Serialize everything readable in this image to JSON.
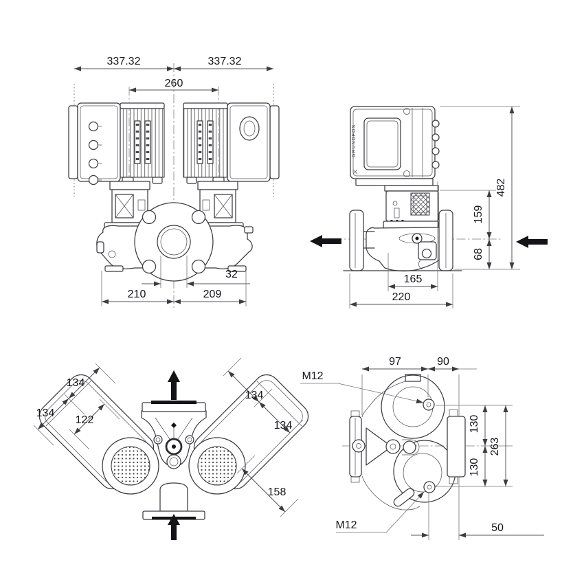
{
  "meta": {
    "drawing_type": "pump dimensional drawing, four orthographic views",
    "background_color": "#ffffff",
    "line_color": "#3b3b40",
    "dimension_text_color": "#14141c"
  },
  "icons": {
    "flow-direction-arrow": "solid black arrow (flow direction)",
    "center-line": "dash-dot center line"
  },
  "views": {
    "front": {
      "dims": {
        "overall_left": "337.32",
        "overall_right": "337.32",
        "motor_spacing": "260",
        "port_width": "32",
        "base_left": "210",
        "base_right": "209"
      }
    },
    "side": {
      "brand": "GRUNDFOS",
      "dims": {
        "total_height": "482",
        "center_to_clamp": "159",
        "center_to_base": "68",
        "head_width": "165",
        "port_to_port": "220"
      }
    },
    "top_rotated": {
      "dims": {
        "seg_a": "134",
        "seg_b": "134",
        "motor_width": "122",
        "seg_c": "134",
        "seg_d": "134",
        "diagonal": "158"
      }
    },
    "top": {
      "dims": {
        "bolt_x": "97",
        "bolt_to_face": "90",
        "thread_top": "M12",
        "upper_half": "130",
        "overall": "263",
        "lower_half": "130",
        "thread_bottom": "M12",
        "bolt_offset": "50"
      }
    }
  }
}
